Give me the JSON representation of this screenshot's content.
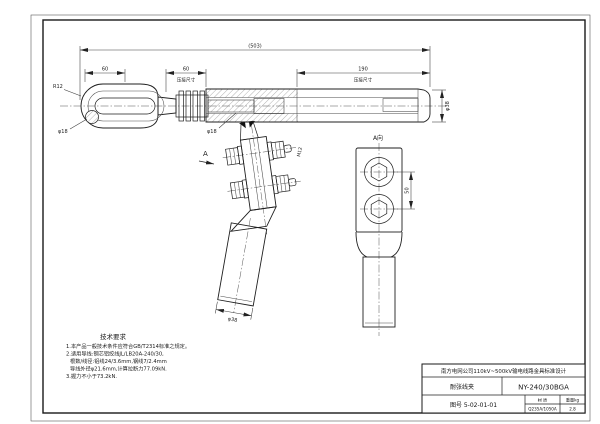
{
  "title_block": {
    "project": "南方电网公司110kV~500kV输电线路金具标准设计",
    "product_name": "耐张线夹",
    "model": "NY-240/30BGA",
    "drawing_no": "图号 5-02-01-01",
    "material_label": "材 质",
    "material_value": "Q235A/1050A",
    "weight_label": "重量kg",
    "weight_value": "2.8"
  },
  "tech_notes": {
    "title": "技术要求",
    "lines": [
      "1.本产品一般技术条件应符合GB/T2314标准之规定。",
      "2.适用导线:钢芯铝绞线JL/LB20A-240/30,",
      "根数/线径:铝线24/3.6mm,钢线7/2.4mm",
      "导线外径φ21.6mm,计算拉断力77.09kN.",
      "3.握力不小于73.2kN."
    ]
  },
  "dimensions": {
    "overall": "(503)",
    "eye_width": "60",
    "crimp_left": "60",
    "crimp_left_note": "压接尺寸",
    "crimp_right": "190",
    "crimp_right_note": "压接尺寸",
    "tube_dia": "φ38",
    "eye_radius": "R12",
    "eye_bar_dia": "φ18",
    "anchor_dia": "φ18",
    "bolt_size": "M12",
    "hole_spacing": "50",
    "jumper_tube_dia": "φ38"
  },
  "labels": {
    "view_arrow": "A",
    "view_title": "A向"
  }
}
